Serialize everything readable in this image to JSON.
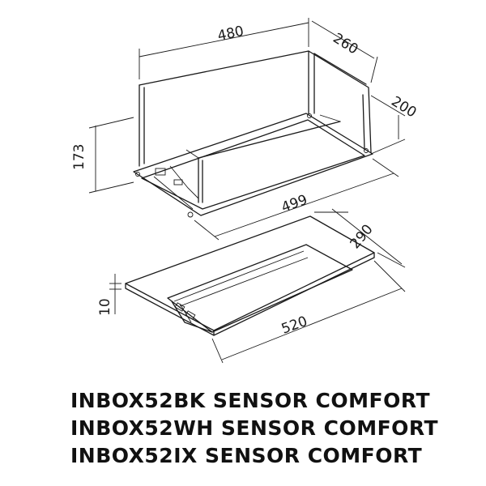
{
  "dimensions": {
    "width_top": "480",
    "depth_top": "260",
    "depth_inner": "200",
    "height_body": "173",
    "width_frame": "499",
    "depth_panel": "290",
    "panel_thickness": "10",
    "width_panel": "520"
  },
  "models": [
    "INBOX52BK SENSOR COMFORT",
    "INBOX52WH SENSOR COMFORT",
    "INBOX52IX SENSOR COMFORT"
  ]
}
